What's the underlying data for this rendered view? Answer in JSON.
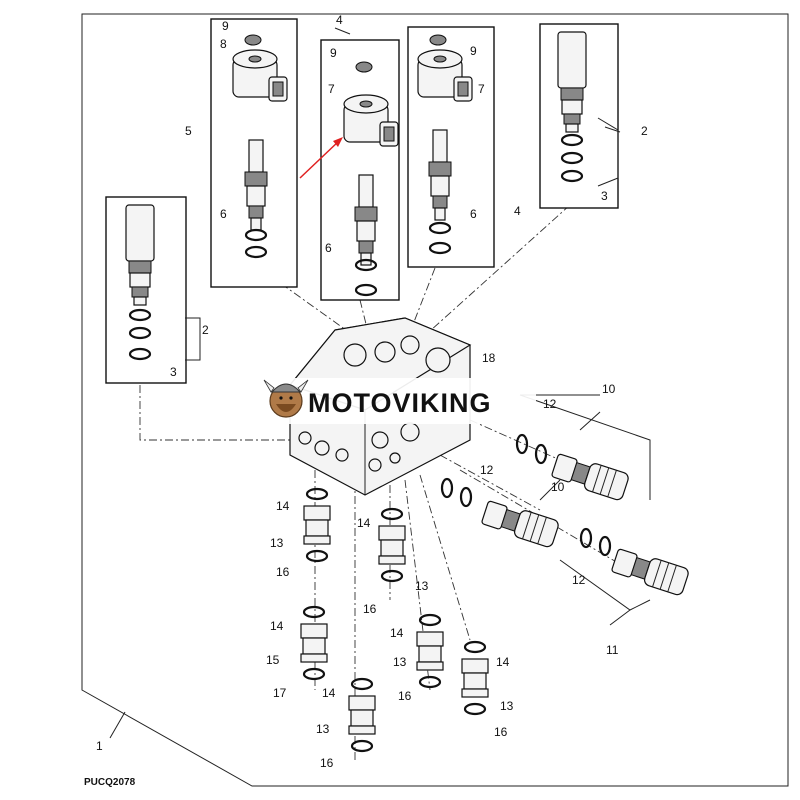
{
  "diagram": {
    "reference_code": "PUCQ2078",
    "watermark_text": "MOTOVIKING",
    "watermark_icon": "viking-mascot-icon",
    "arrow_color": "#e02020",
    "callouts": [
      {
        "id": "c1",
        "label": "1"
      },
      {
        "id": "c2a",
        "label": "2"
      },
      {
        "id": "c2b",
        "label": "2"
      },
      {
        "id": "c3a",
        "label": "3"
      },
      {
        "id": "c3b",
        "label": "3"
      },
      {
        "id": "c4a",
        "label": "4"
      },
      {
        "id": "c4b",
        "label": "4"
      },
      {
        "id": "c5",
        "label": "5"
      },
      {
        "id": "c6a",
        "label": "6"
      },
      {
        "id": "c6b",
        "label": "6"
      },
      {
        "id": "c6c",
        "label": "6"
      },
      {
        "id": "c7a",
        "label": "7"
      },
      {
        "id": "c7b",
        "label": "7"
      },
      {
        "id": "c8",
        "label": "8"
      },
      {
        "id": "c9a",
        "label": "9"
      },
      {
        "id": "c9b",
        "label": "9"
      },
      {
        "id": "c9c",
        "label": "9"
      },
      {
        "id": "c10a",
        "label": "10"
      },
      {
        "id": "c10b",
        "label": "10"
      },
      {
        "id": "c11",
        "label": "11"
      },
      {
        "id": "c12a",
        "label": "12"
      },
      {
        "id": "c12b",
        "label": "12"
      },
      {
        "id": "c12c",
        "label": "12"
      },
      {
        "id": "c13a",
        "label": "13"
      },
      {
        "id": "c13b",
        "label": "13"
      },
      {
        "id": "c13c",
        "label": "13"
      },
      {
        "id": "c13d",
        "label": "13"
      },
      {
        "id": "c13e",
        "label": "13"
      },
      {
        "id": "c14a",
        "label": "14"
      },
      {
        "id": "c14b",
        "label": "14"
      },
      {
        "id": "c14c",
        "label": "14"
      },
      {
        "id": "c14d",
        "label": "14"
      },
      {
        "id": "c14e",
        "label": "14"
      },
      {
        "id": "c14f",
        "label": "14"
      },
      {
        "id": "c15",
        "label": "15"
      },
      {
        "id": "c16a",
        "label": "16"
      },
      {
        "id": "c16b",
        "label": "16"
      },
      {
        "id": "c16c",
        "label": "16"
      },
      {
        "id": "c16d",
        "label": "16"
      },
      {
        "id": "c16e",
        "label": "16"
      },
      {
        "id": "c17",
        "label": "17"
      },
      {
        "id": "c18",
        "label": "18"
      }
    ]
  }
}
